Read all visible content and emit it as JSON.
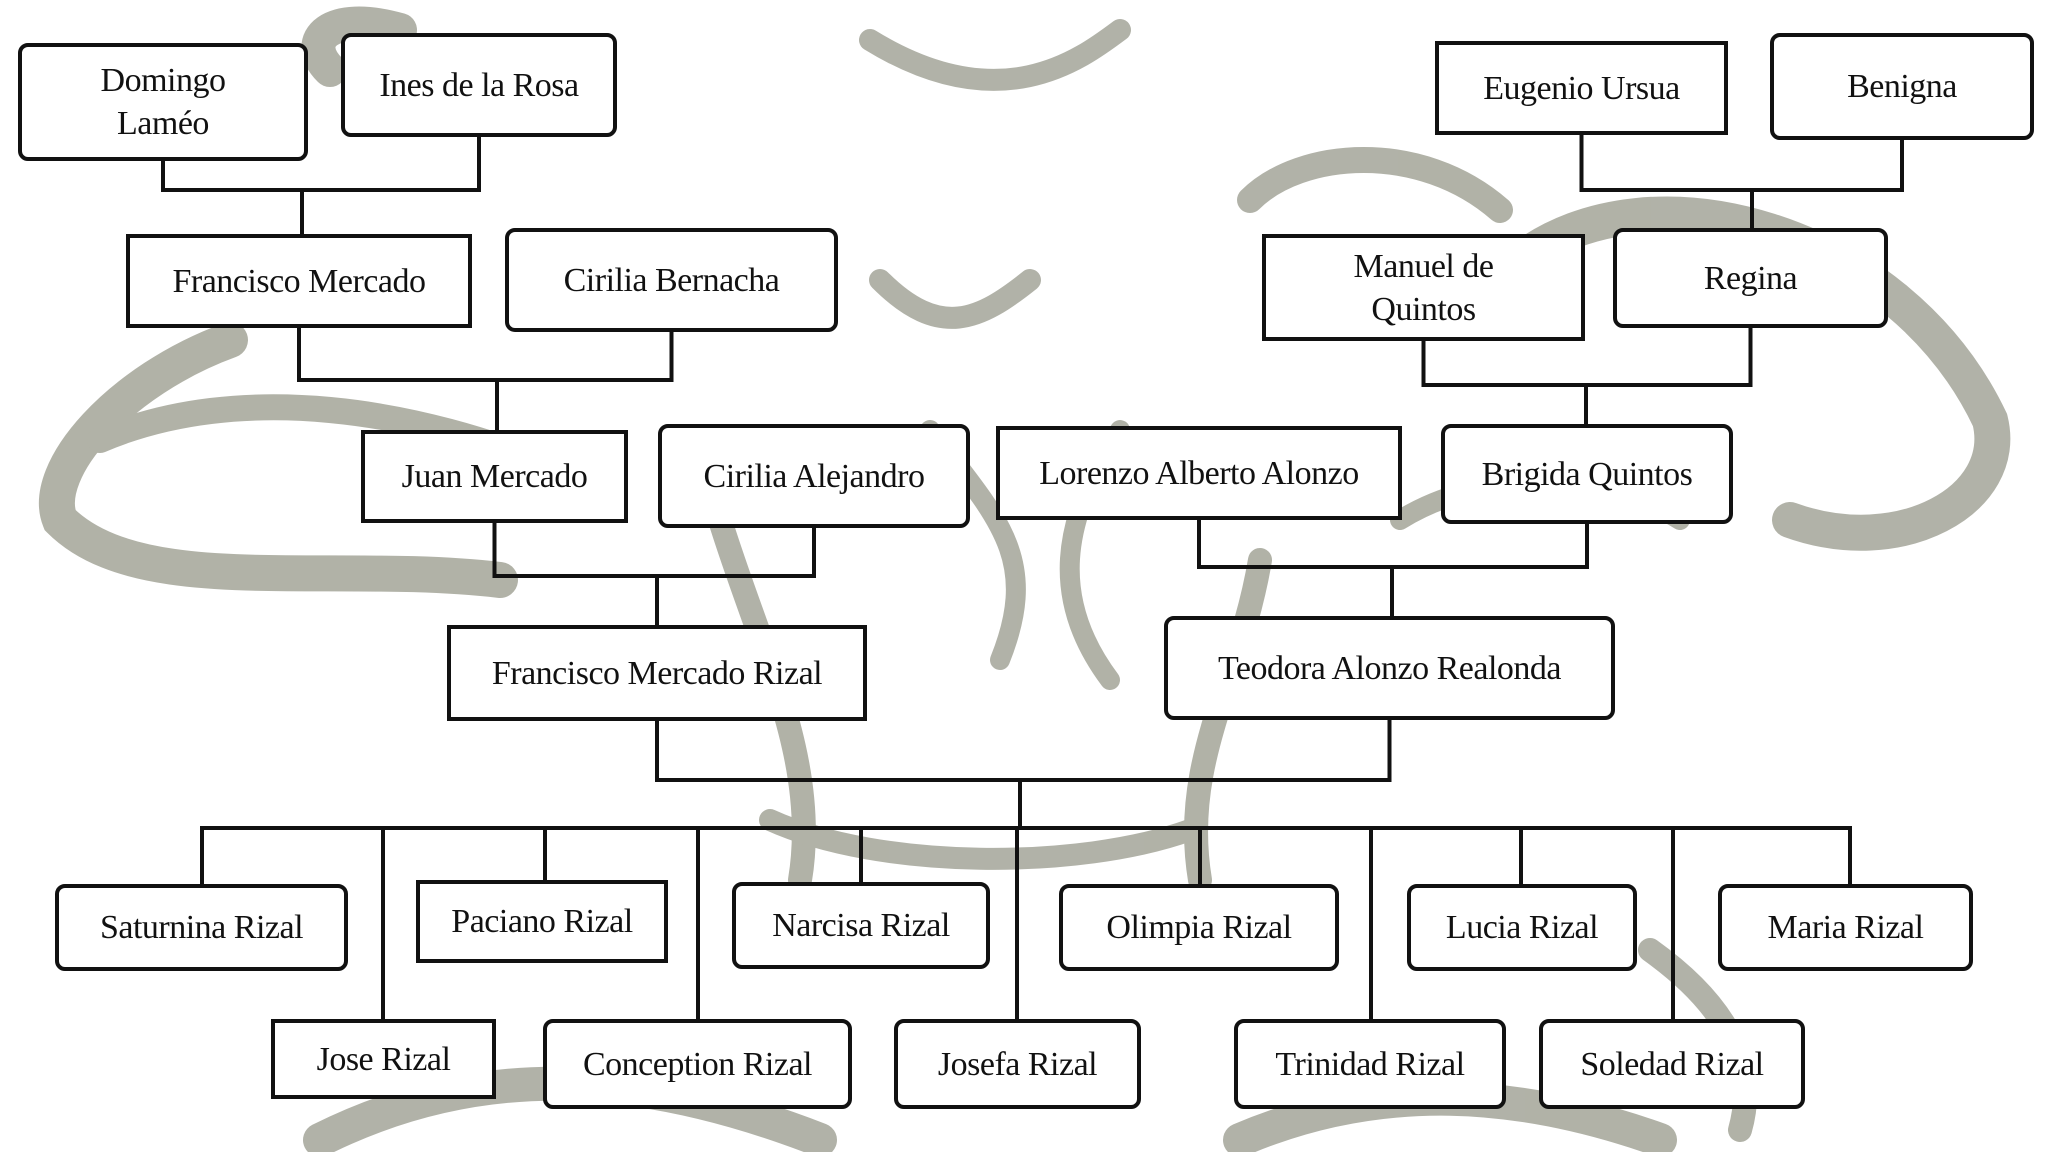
{
  "diagram": {
    "type": "family-tree",
    "colors": {
      "line": "#111111",
      "box_fill": "#ffffff",
      "watermark": "#a9aa9e"
    },
    "persons": {
      "domingo": "Domingo\nLaméo",
      "ines": "Ines de la Rosa",
      "eugenio": "Eugenio Ursua",
      "benigna": "Benigna",
      "francisco_m": "Francisco Mercado",
      "cirilia_b": "Cirilia Bernacha",
      "manuel": "Manuel de\nQuintos",
      "regina": "Regina",
      "juan": "Juan Mercado",
      "cirilia_a": "Cirilia Alejandro",
      "lorenzo": "Lorenzo Alberto Alonzo",
      "brigida": "Brigida Quintos",
      "francisco_mr": "Francisco Mercado Rizal",
      "teodora": "Teodora Alonzo Realonda",
      "saturnina": "Saturnina Rizal",
      "paciano": "Paciano Rizal",
      "narcisa": "Narcisa Rizal",
      "olimpia": "Olimpia Rizal",
      "lucia": "Lucia Rizal",
      "maria": "Maria Rizal",
      "jose": "Jose Rizal",
      "conception": "Conception Rizal",
      "josefa": "Josefa Rizal",
      "trinidad": "Trinidad Rizal",
      "soledad": "Soledad Rizal"
    },
    "couples": [
      {
        "parents": [
          "domingo",
          "ines"
        ],
        "children": [
          "francisco_m"
        ]
      },
      {
        "parents": [
          "eugenio",
          "benigna"
        ],
        "children": [
          "regina"
        ]
      },
      {
        "parents": [
          "francisco_m",
          "cirilia_b"
        ],
        "children": [
          "juan"
        ]
      },
      {
        "parents": [
          "manuel",
          "regina"
        ],
        "children": [
          "brigida"
        ]
      },
      {
        "parents": [
          "juan",
          "cirilia_a"
        ],
        "children": [
          "francisco_mr"
        ]
      },
      {
        "parents": [
          "lorenzo",
          "brigida"
        ],
        "children": [
          "teodora"
        ]
      },
      {
        "parents": [
          "francisco_mr",
          "teodora"
        ],
        "children": [
          "saturnina",
          "paciano",
          "narcisa",
          "olimpia",
          "lucia",
          "maria",
          "jose",
          "conception",
          "josefa",
          "trinidad",
          "soledad"
        ]
      }
    ]
  }
}
